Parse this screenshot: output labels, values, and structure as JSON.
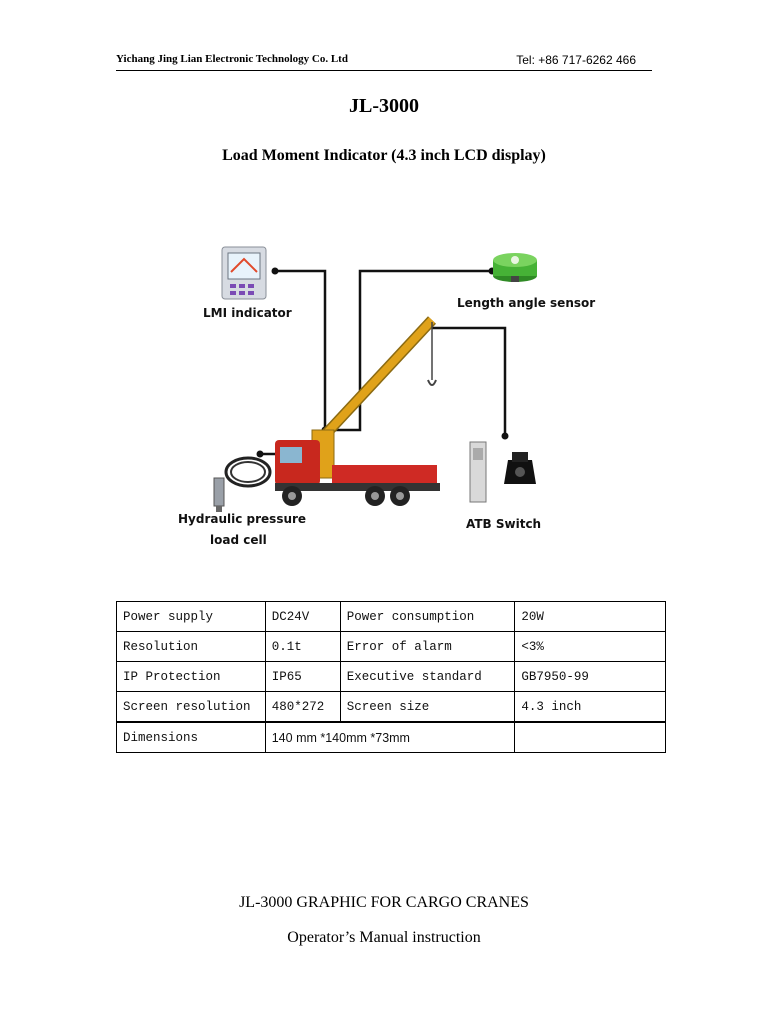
{
  "header": {
    "company": "Yichang Jing Lian Electronic Technology Co. Ltd",
    "tel": "Tel: +86 717-6262 466"
  },
  "title": "JL-3000",
  "subtitle": "Load Moment Indicator (4.3 inch LCD display)",
  "diagram": {
    "labels": {
      "lmi": "LMI indicator",
      "length_angle": "Length angle sensor",
      "hydraulic_1": "Hydraulic pressure",
      "hydraulic_2": "load cell",
      "atb": "ATB Switch"
    },
    "colors": {
      "truck_cab": "#c8281e",
      "truck_bed": "#cf2a24",
      "boom": "#e0a21a",
      "sensor": "#3aa12c",
      "line": "#111111"
    }
  },
  "specs": {
    "rows": [
      [
        "Power supply",
        "DC24V",
        "Power consumption",
        "20W"
      ],
      [
        "Resolution",
        "0.1t",
        "Error of alarm",
        "<3%"
      ],
      [
        "IP Protection",
        "IP65",
        "Executive standard",
        "GB7950-99"
      ],
      [
        "Screen resolution",
        "480*272",
        "Screen size",
        "4.3 inch"
      ]
    ],
    "dimensions_label": "Dimensions",
    "dimensions_value": "140 mm *140mm *73mm"
  },
  "footer": {
    "line1": "JL-3000 GRAPHIC FOR CARGO CRANES",
    "line2": "Operator’s Manual instruction"
  }
}
